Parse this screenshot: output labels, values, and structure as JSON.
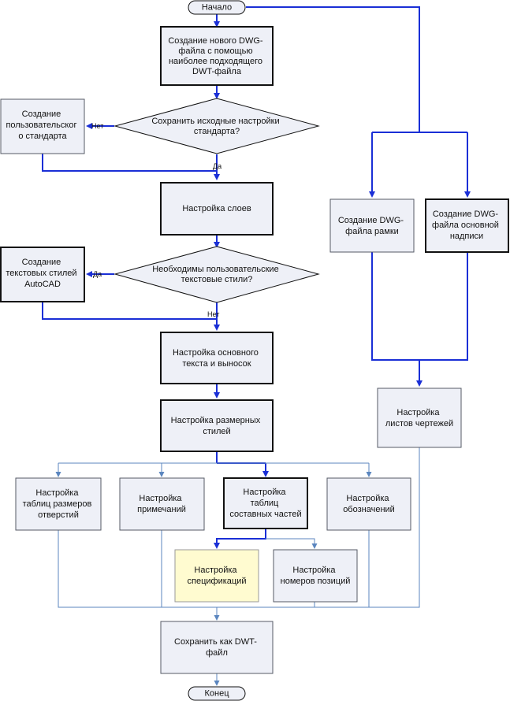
{
  "nodes": {
    "start": [
      "Начало"
    ],
    "new_dwg": [
      "Создание нового DWG-",
      "файла с помощью",
      "наиболее подходящего",
      "DWT-файла"
    ],
    "keep_settings": [
      "Сохранить исходные настройки",
      "стандарта?"
    ],
    "custom_standard": [
      "Создание",
      "пользовательског",
      "о стандарта"
    ],
    "layers": [
      "Настройка слоев"
    ],
    "need_text_styles": [
      "Необходимы пользовательские",
      "текстовые стили?"
    ],
    "text_styles": [
      "Создание",
      "текстовых стилей",
      "AutoCAD"
    ],
    "main_text": [
      "Настройка основного",
      "текста и выносок"
    ],
    "dim_styles": [
      "Настройка размерных",
      "стилей"
    ],
    "hole_tables": [
      "Настройка",
      "таблиц размеров",
      "отверстий"
    ],
    "notes": [
      "Настройка",
      "примечаний"
    ],
    "parts_tables": [
      "Настройка",
      "таблиц",
      "составных частей"
    ],
    "designations": [
      "Настройка",
      "обозначений"
    ],
    "specs": [
      "Настройка",
      "спецификаций"
    ],
    "item_numbers": [
      "Настройка",
      "номеров позиций"
    ],
    "save_dwt": [
      "Сохранить как DWT-",
      "файл"
    ],
    "end": [
      "Конец"
    ],
    "frame_dwg": [
      "Создание DWG-",
      "файла рамки"
    ],
    "title_block": [
      "Создание DWG-",
      "файла основной",
      "надписи"
    ],
    "sheets": [
      "Настройка",
      "листов чертежей"
    ]
  },
  "edge_labels": {
    "no_1": "Нет",
    "yes_1": "Да",
    "yes_2": "Да",
    "no_2": "Нет"
  }
}
